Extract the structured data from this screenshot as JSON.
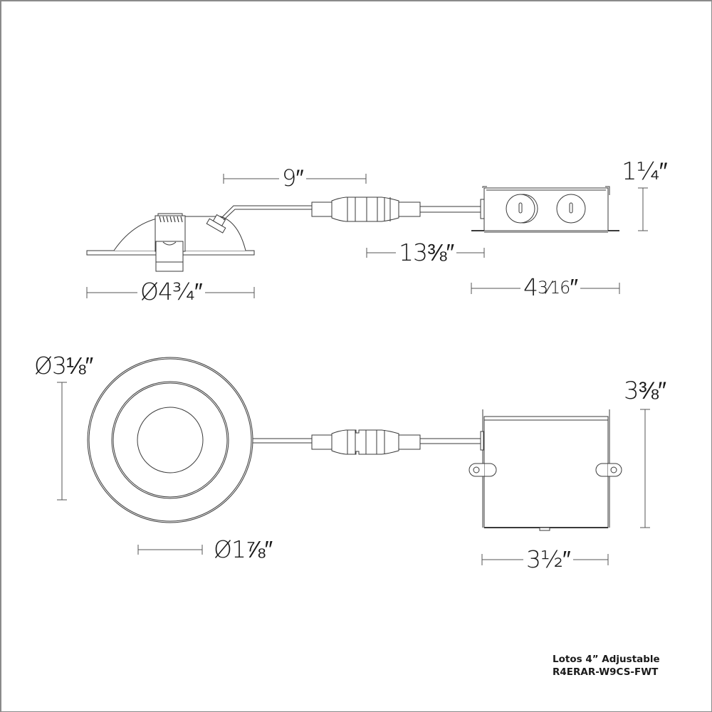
{
  "product": {
    "name": "Lotos 4” Adjustable",
    "model": "R4ERAR-W9CS-FWT"
  },
  "views": {
    "side": {
      "dimensions": {
        "trim_diameter": {
          "symbol": "Ø",
          "whole": "4",
          "fraction": "¾",
          "unit": "″",
          "label": "Ø4¾″"
        },
        "fixture_cable": {
          "whole": "9",
          "fraction": "",
          "unit": "″",
          "label": "9″"
        },
        "driver_cable": {
          "whole": "13",
          "fraction": "⅜",
          "unit": "″",
          "label": "13⅜″"
        },
        "junction_box_length": {
          "whole": "4",
          "fraction": "3⁄16",
          "unit": "″",
          "label": "4 3/16″"
        },
        "junction_box_height": {
          "whole": "1",
          "fraction": "¼",
          "unit": "″",
          "label": "1¼″"
        }
      }
    },
    "bottom": {
      "dimensions": {
        "trim_diameter": {
          "symbol": "Ø",
          "whole": "3",
          "fraction": "⅛",
          "unit": "″",
          "label": "Ø3⅛″"
        },
        "aperture_diameter": {
          "symbol": "Ø",
          "whole": "1",
          "fraction": "⅞",
          "unit": "″",
          "label": "Ø1⅞″"
        },
        "junction_box_width": {
          "whole": "3",
          "fraction": "½",
          "unit": "″",
          "label": "3½″"
        },
        "junction_box_depth": {
          "whole": "3",
          "fraction": "⅜",
          "unit": "″",
          "label": "3⅜″"
        }
      }
    }
  },
  "style": {
    "line_color": "#3a3a3a",
    "dim_line_color": "#555555",
    "text_color": "#1a1a1a",
    "border_color": "#8a8a8a",
    "background": "#ffffff"
  }
}
